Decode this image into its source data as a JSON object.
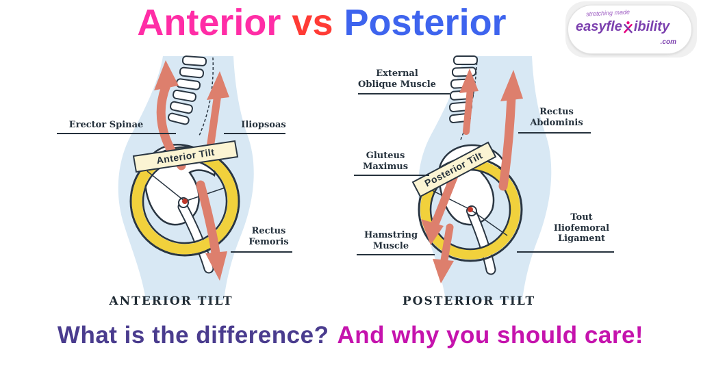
{
  "header": {
    "anterior": "Anterior",
    "vs": "vs",
    "posterior": "Posterior",
    "anterior_color": "#ff2da6",
    "vs_color": "#ff3b35",
    "posterior_color": "#3e64ee"
  },
  "logo": {
    "tagline": "stretching made",
    "brand_prefix": "easyfle",
    "brand_x": "x",
    "brand_suffix": "ibility",
    "suffix": ".com",
    "brand_color": "#7b3fae",
    "figure_color": "#e6007e"
  },
  "diagrams": {
    "anterior": {
      "banner": "Anterior Tilt",
      "caption": "ANTERIOR TILT",
      "labels": {
        "erector_spinae": "Erector Spinae",
        "iliopsoas": "Iliopsoas",
        "rectus_femoris": "Rectus\nFemoris"
      }
    },
    "posterior": {
      "banner": "Posterior Tilt",
      "caption": "POSTERIOR TILT",
      "labels": {
        "external_oblique": "External\nOblique Muscle",
        "rectus_abdominis": "Rectus\nAbdominis",
        "gluteus_maximus": "Gluteus\nMaximus",
        "hamstring": "Hamstring\nMuscle",
        "iliofemoral": "Tout\nIliofemoral\nLigament"
      }
    },
    "colors": {
      "silhouette": "#d8e8f4",
      "outline": "#2a3642",
      "wheel_yellow": "#f1d13c",
      "arrow_salmon": "#dd7f6d",
      "banner_fill": "#fbf4d3",
      "joint_dot_red": "#c0392b"
    }
  },
  "footer": {
    "question": "What is the difference?",
    "statement": "And why you should care!",
    "question_color": "#4a3c8e",
    "statement_color": "#c513ad"
  }
}
